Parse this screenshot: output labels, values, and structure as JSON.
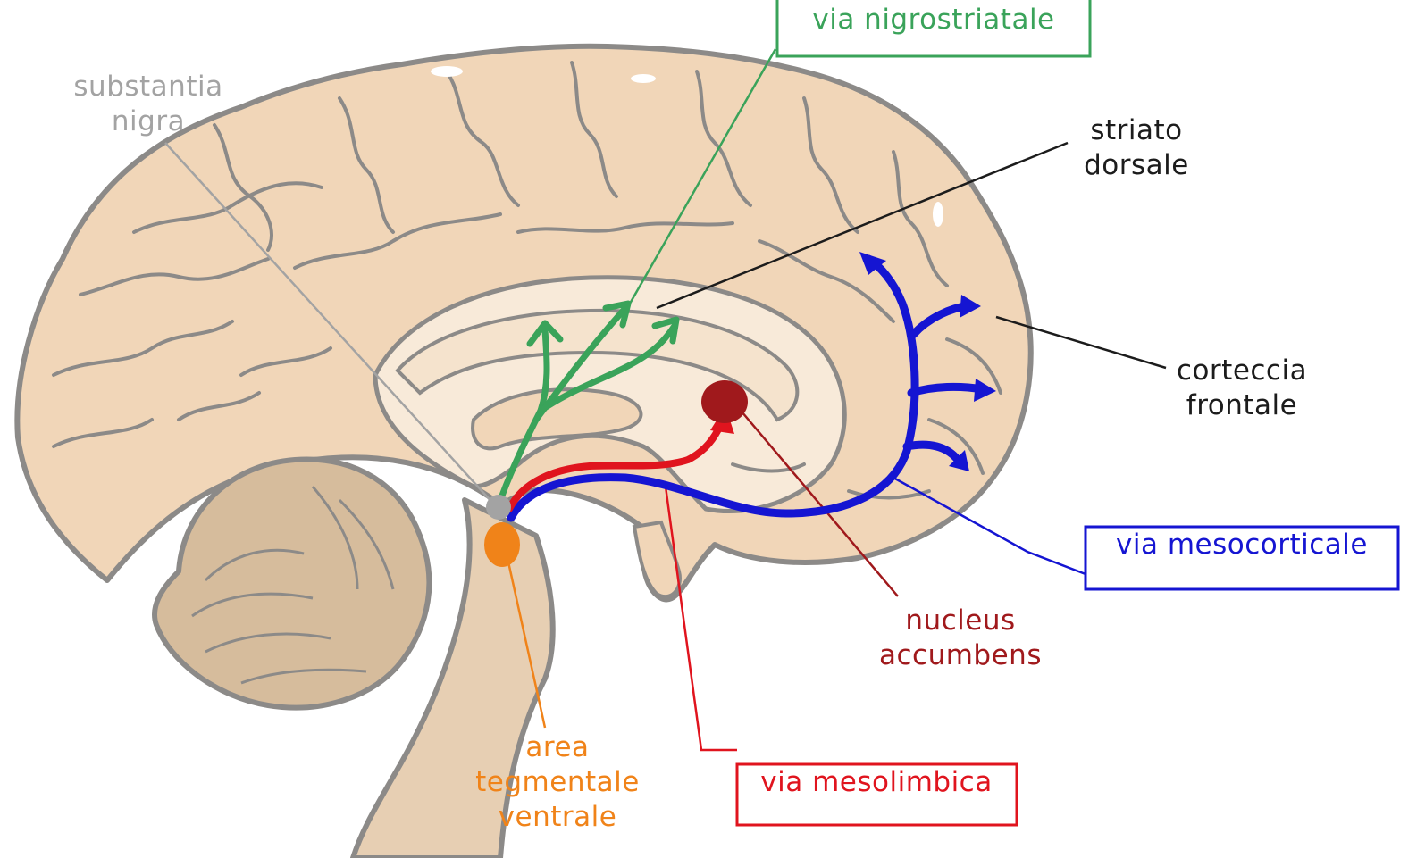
{
  "labels": {
    "substantia_nigra": [
      "substantia",
      "nigra"
    ],
    "via_nigrostriatale": "via nigrostriatale",
    "striato_dorsale": [
      "striato",
      "dorsale"
    ],
    "corteccia_frontale": [
      "corteccia",
      "frontale"
    ],
    "via_mesocorticale": "via mesocorticale",
    "nucleus_accumbens": [
      "nucleus",
      "accumbens"
    ],
    "via_mesolimbica": "via mesolimbica",
    "area_tegmentale_ventrale": [
      "area",
      "tegmentale",
      "ventrale"
    ]
  },
  "colors": {
    "brain_fill": "#f1d6b8",
    "brain_outline": "#8c8a88",
    "inner_light": "#f8ead9",
    "cerebellum_fill": "#d6bc9c",
    "brainstem_fill": "#e7cfb3",
    "nigrostriatal": "#3aa35a",
    "mesocortical": "#1515d2",
    "mesolimbic": "#e0141e",
    "nucleus_accumbens": "#a0191c",
    "vta": "#f08319",
    "substantia_nigra": "#a3a3a3",
    "leader_black": "#1c1c1c"
  }
}
